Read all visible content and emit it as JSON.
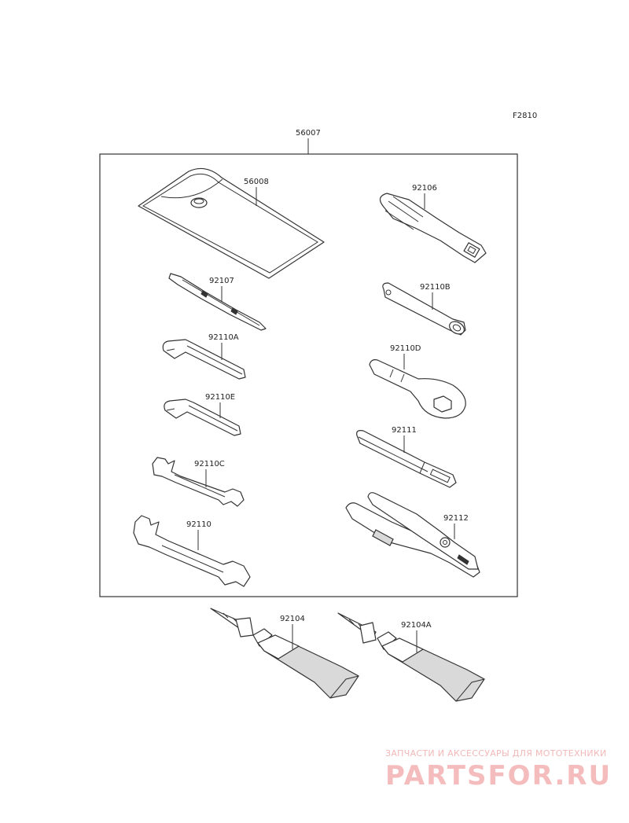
{
  "figure_code": "F2810",
  "kit": {
    "number": "56007"
  },
  "parts": {
    "case": "56008",
    "screwdriver_handle": "92106",
    "screwdriver": "92107",
    "socket_wrench": "92110B",
    "hex_key_a": "92110A",
    "ring_wrench": "92110D",
    "hex_key_e": "92110E",
    "extension_bar": "92111",
    "wrench_c": "92110C",
    "pliers": "92112",
    "wrench": "92110",
    "grease_tube": "92104",
    "grease_tube_a": "92104A"
  },
  "watermark": {
    "tagline": "ЗАПЧАСТИ И АКСЕССУАРЫ ДЛЯ МОТОТЕХНИКИ",
    "brand": "PARTSFOR.RU"
  }
}
